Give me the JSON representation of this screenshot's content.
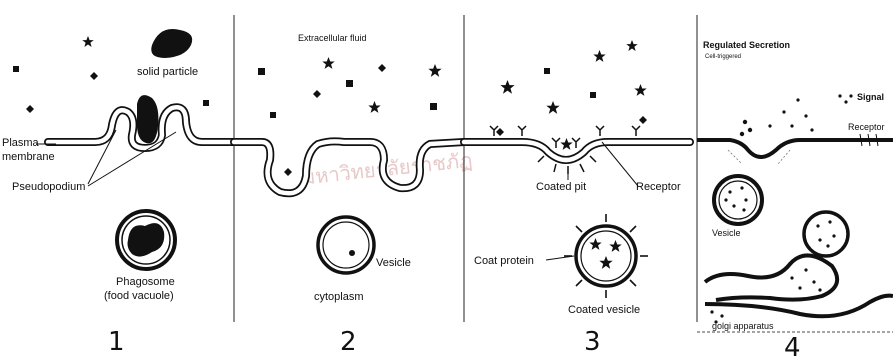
{
  "watermark": "มหาวิทยาลัยราชภัฏ",
  "panel1": {
    "number": "1",
    "labels": {
      "solid_particle": "solid particle",
      "plasma_membrane_line1": "Plasma",
      "plasma_membrane_line2": "membrane",
      "pseudopodium": "Pseudopodium",
      "phagosome_line1": "Phagosome",
      "phagosome_line2": "(food vacuole)"
    }
  },
  "panel2": {
    "number": "2",
    "labels": {
      "extracellular_fluid": "Extracellular fluid",
      "vesicle": "Vesicle",
      "cytoplasm": "cytoplasm"
    }
  },
  "panel3": {
    "number": "3",
    "labels": {
      "coated_pit": "Coated pit",
      "receptor": "Receptor",
      "coat_protein": "Coat protein",
      "coated_vesicle": "Coated vesicle"
    }
  },
  "panel4": {
    "number": "4",
    "labels": {
      "regulated_secretion": "Regulated Secretion",
      "cell_triggered": "Cell-triggered",
      "signal": "Signal",
      "receptor": "Receptor",
      "vesicle": "Vesicle",
      "golgi_apparatus": "golgi apparatus"
    }
  }
}
